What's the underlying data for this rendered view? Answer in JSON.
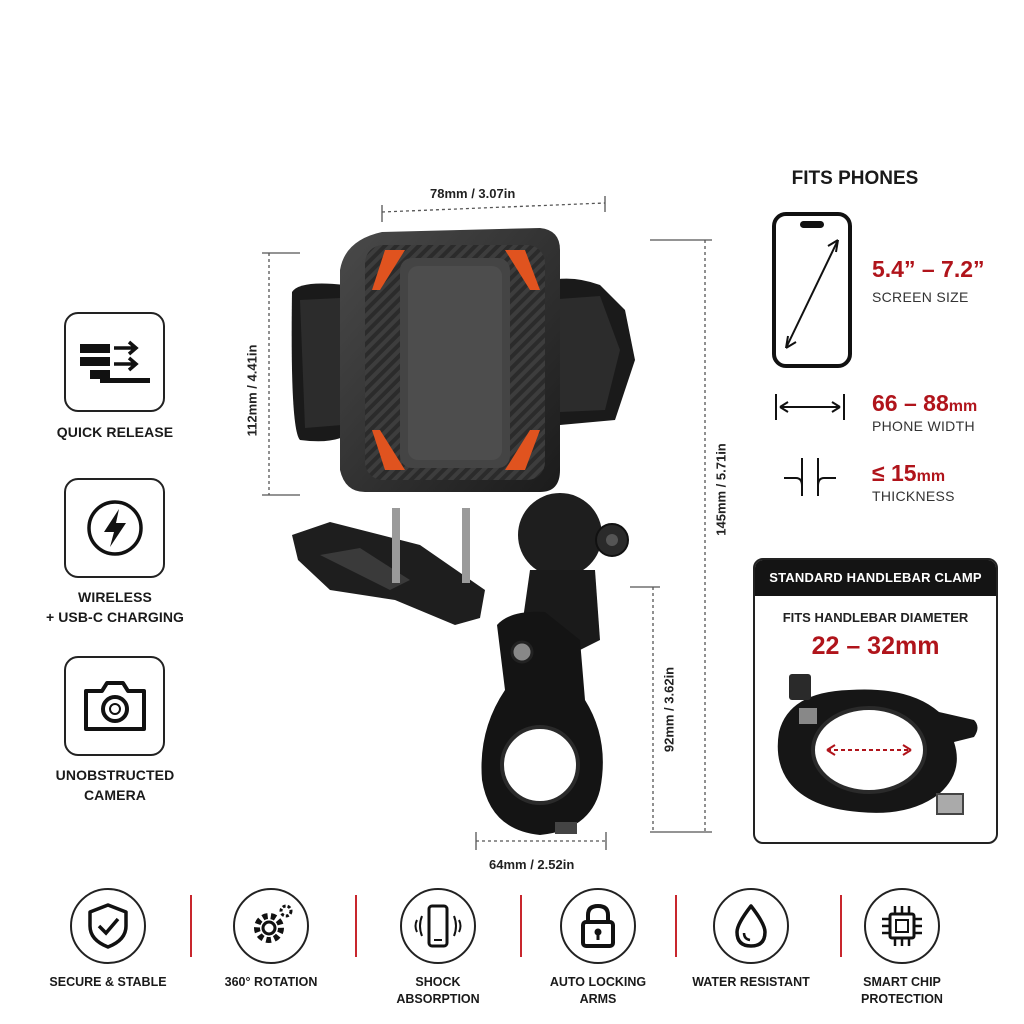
{
  "features_left": [
    {
      "icon": "quick-release-icon",
      "label": "QUICK RELEASE"
    },
    {
      "icon": "lightning-icon",
      "label_line1": "WIRELESS",
      "label_line2": "+ USB-C CHARGING"
    },
    {
      "icon": "camera-icon",
      "label_line1": "UNOBSTRUCTED",
      "label_line2": "CAMERA"
    }
  ],
  "dimensions": {
    "width_top": "78mm / 3.07in",
    "height_cradle": "112mm / 4.41in",
    "height_total": "145mm / 5.71in",
    "height_lower": "92mm / 3.62in",
    "width_bottom": "64mm / 2.52in"
  },
  "fits": {
    "title": "FITS PHONES",
    "screen": {
      "value": "5.4” – 7.2”",
      "label": "SCREEN SIZE"
    },
    "width": {
      "value": "66 – 88",
      "unit": "mm",
      "label": "PHONE WIDTH"
    },
    "thickness": {
      "value": "≤ 15",
      "unit": "mm",
      "label": "THICKNESS"
    }
  },
  "clamp": {
    "header": "STANDARD HANDLEBAR CLAMP",
    "subtitle": "FITS HANDLEBAR  DIAMETER",
    "range": "22 – 32mm"
  },
  "features_bottom": [
    {
      "icon": "shield-check-icon",
      "label": "SECURE & STABLE"
    },
    {
      "icon": "gear-rotation-icon",
      "label": "360° ROTATION"
    },
    {
      "icon": "phone-vibration-icon",
      "label": "SHOCK ABSORPTION"
    },
    {
      "icon": "padlock-icon",
      "label": "AUTO LOCKING ARMS"
    },
    {
      "icon": "water-drop-icon",
      "label": "WATER RESISTANT"
    },
    {
      "icon": "chip-icon",
      "label_line1": "SMART CHIP",
      "label_line2": "PROTECTION"
    }
  ],
  "colors": {
    "accent_red": "#b0141b",
    "orange": "#e0531f",
    "dark": "#141414"
  }
}
